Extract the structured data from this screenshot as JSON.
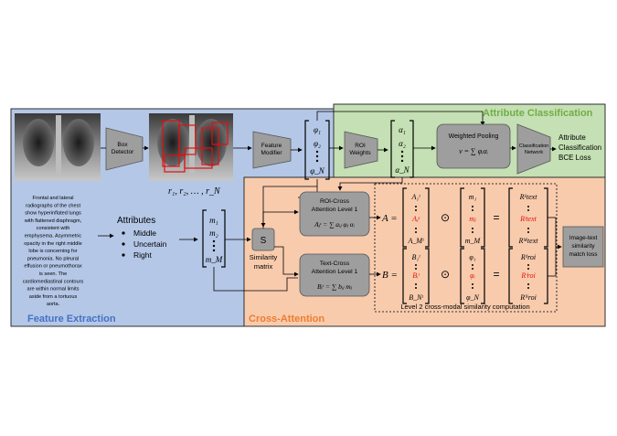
{
  "regions": {
    "feature_extraction": "Feature Extraction",
    "attribute_classification": "Attribute Classification",
    "cross_attention": "Cross-Attention"
  },
  "blocks": {
    "box_detector": [
      "Box",
      "Detector"
    ],
    "feature_modifier": [
      "Feature",
      "Modifier"
    ],
    "roi_weights": [
      "ROI",
      "Weights"
    ],
    "weighted_pooling_title": "Weighted Pooling",
    "weighted_pooling_formula": "v = ∑ φᵢαᵢ",
    "classification_network": [
      "Classification",
      "Network"
    ],
    "attribute_bce_loss": [
      "Attribute",
      "Classification",
      "BCE Loss"
    ],
    "roi_cross_attention": [
      "ROI-Cross",
      "Attention Level 1"
    ],
    "roi_cross_formula": "Aⱼᵗ = ∑ aᵢⱼ φⱼ αᵢ",
    "text_cross_attention": [
      "Text-Cross",
      "Attention Level 1"
    ],
    "text_cross_formula": "Bᵢᵗ = ∑ bᵢⱼ mⱼ",
    "s_box": "S",
    "similarity_matrix": [
      "Similarity",
      "matrix"
    ],
    "match_loss": [
      "Image-text",
      "similarity",
      "match loss"
    ],
    "level2_caption": "Level 2 cross-modal similarity computation"
  },
  "regions_label": "r₁, r₂, … , r_N",
  "report_text": [
    "Frontal and lateral",
    "radiographs of the chest",
    "show hyperinflated lungs",
    "with flattened diaphragm,",
    "consistent with",
    "emphysema. Asymmetric",
    "opacity in the right middle",
    "lobe is concerning for",
    "pneumonia. No pleural",
    "effusion or pneumothorax",
    "is seen.  The",
    "cardiomediastinal contours",
    "are within normal limits",
    "aside from a tortuous",
    "aorta."
  ],
  "attributes": {
    "title": "Attributes",
    "items": [
      "Middle",
      "Uncertain",
      "Right"
    ]
  },
  "vectors": {
    "phi": [
      "φ₁",
      "φ₂",
      "φ_N"
    ],
    "alpha": [
      "α₁",
      "α₂",
      "α_N"
    ],
    "m": [
      "m₁",
      "m₂",
      "m_M"
    ],
    "A_label": "A =",
    "A_entries": [
      "A₁ᵗ",
      "Aⱼᵗ",
      "A_Mᵗ"
    ],
    "m_col": [
      "m₁",
      "mⱼ",
      "m_M"
    ],
    "R_text": [
      "R¹text",
      "Rʲtext",
      "Rᴹtext"
    ],
    "B_label": "B =",
    "B_entries": [
      "B₁ᵗ",
      "Bᵢᵗ",
      "B_Nᵗ"
    ],
    "phi_col": [
      "φ₁",
      "φᵢ",
      "φ_N"
    ],
    "R_roi": [
      "R¹roi",
      "Rⁱroi",
      "Rᴺroi"
    ],
    "odot": "⊙",
    "equals": "="
  },
  "colors": {
    "feature_extraction_bg": "#b4c7e7",
    "attribute_bg": "#c5e0b4",
    "cross_attention_bg": "#f8cbad",
    "block_gray": "#9e9e9e",
    "feature_title": "#4472c4",
    "attribute_title": "#70ad47",
    "cross_title": "#ed7d31",
    "highlight": "#e01010"
  }
}
